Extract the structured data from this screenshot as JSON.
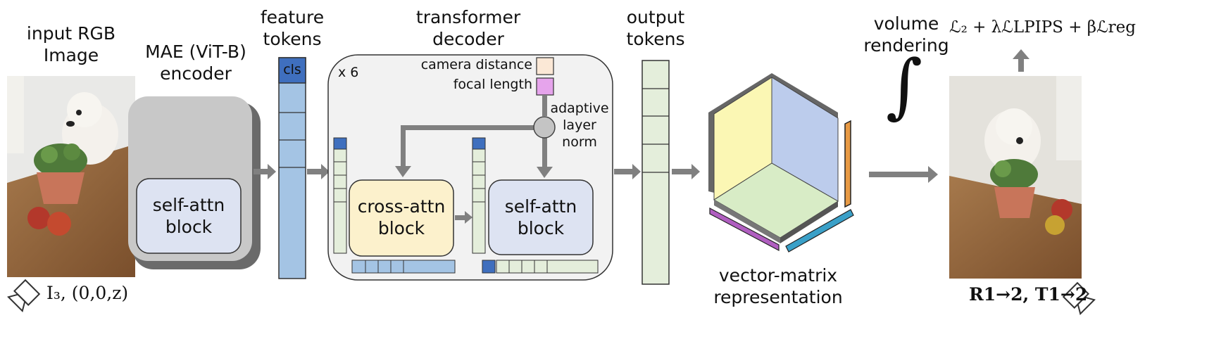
{
  "input": {
    "title": "input RGB\nImage",
    "subscript_label": "I₃, (0,0,z)"
  },
  "encoder": {
    "title": "MAE (ViT-B)\nencoder",
    "block_label": "self-attn\nblock"
  },
  "feature_tokens": {
    "title": "feature\ntokens",
    "cls_label": "cls"
  },
  "decoder": {
    "title": "transformer\ndecoder",
    "repeat_label": "x 6",
    "camera_distance_label": "camera distance",
    "focal_length_label": "focal length",
    "adaptive_norm_label": "adaptive\nlayer\nnorm",
    "cross_attn_label": "cross-attn\nblock",
    "self_attn_label": "self-attn\nblock"
  },
  "output_tokens": {
    "title": "output\ntokens"
  },
  "representation": {
    "title": "vector-matrix\nrepresentation"
  },
  "rendering": {
    "title": "volume\nrendering",
    "integral_symbol": "∫"
  },
  "loss": {
    "formula": "ℒ₂ + λℒLPIPS + βℒreg"
  },
  "output": {
    "pose_label": "R1→2, T1→2"
  },
  "colors": {
    "arrow": "#808080",
    "encoder_box": "#c8c8c8",
    "attn_block": "#dde3f2",
    "cross_block": "#fcf1cc",
    "decoder_box": "#f2f2f2",
    "token_blue": "#a4c4e4",
    "token_dark": "#3f6fbe",
    "token_green": "#e4eedb",
    "plane_yellow": "#fbf7b4",
    "plane_blue": "#bcccec",
    "plane_green": "#d8ecc6",
    "camera_distance": "#fbe8d6",
    "focal_length": "#e6a4ec",
    "vector_orange": "#e89a45",
    "vector_purple": "#b05ec0",
    "vector_cyan": "#3aa0c8"
  }
}
